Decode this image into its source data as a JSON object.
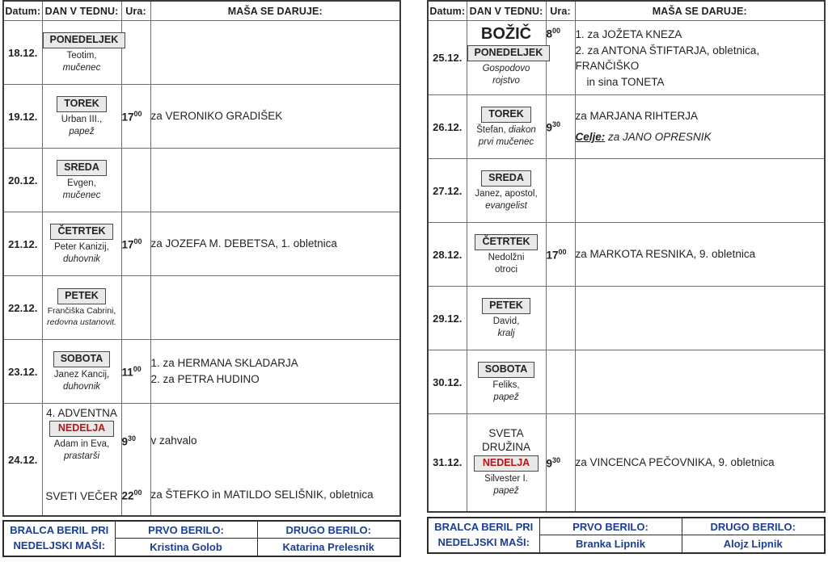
{
  "columns": {
    "date": "Datum:",
    "day": "DAN V TEDNU:",
    "time": "Ura:",
    "intention": "MAŠA SE DARUJE:"
  },
  "left_table": {
    "rows": [
      {
        "date": "18.12.",
        "badge": "PONEDELJEK",
        "saint_line1": "Teotim,",
        "saint_line2": "mučenec",
        "time_hour": "",
        "time_min": "",
        "intentions": []
      },
      {
        "date": "19.12.",
        "badge": "TOREK",
        "saint_line1": "Urban III.,",
        "saint_line2": "papež",
        "time_hour": "17",
        "time_min": "00",
        "intentions": [
          "za VERONIKO GRADIŠEK"
        ]
      },
      {
        "date": "20.12.",
        "badge": "SREDA",
        "saint_line1": "Evgen,",
        "saint_line2": "mučenec",
        "time_hour": "",
        "time_min": "",
        "intentions": []
      },
      {
        "date": "21.12.",
        "badge": "ČETRTEK",
        "saint_line1": "Peter Kanizij,",
        "saint_line2": "duhovnik",
        "time_hour": "17",
        "time_min": "00",
        "intentions": [
          "za JOZEFA M. DEBETSA, 1. obletnica"
        ]
      },
      {
        "date": "22.12.",
        "badge": "PETEK",
        "saint_line1": "Frančiška Cabrini,",
        "saint_line2": "redovna ustanovit.",
        "time_hour": "",
        "time_min": "",
        "intentions": []
      },
      {
        "date": "23.12.",
        "badge": "SOBOTA",
        "saint_line1": "Janez Kancij,",
        "saint_line2": "duhovnik",
        "time_hour": "11",
        "time_min": "00",
        "intentions": [
          "1. za HERMANA SKLADARJA",
          "2. za PETRA HUDINO"
        ]
      }
    ],
    "sunday_row": {
      "date": "24.12.",
      "feast": "4. ADVENTNA",
      "badge": "NEDELJA",
      "saint_line1": "Adam in Eva,",
      "saint_line2": "prastarši",
      "time_hour": "9",
      "time_min": "30",
      "intention": "v zahvalo",
      "evening_label": "SVETI VEČER",
      "evening_time_hour": "22",
      "evening_time_min": "00",
      "evening_intention": "za ŠTEFKO in MATILDO SELIŠNIK, obletnica"
    },
    "readers": {
      "label_line1": "BRALCA BERIL PRI",
      "label_line2": "NEDELJSKI MAŠI:",
      "first_heading": "PRVO BERILO:",
      "second_heading": "DRUGO BERILO:",
      "first_name": "Kristina Golob",
      "second_name": "Katarina Prelesnik"
    }
  },
  "right_table": {
    "christmas_row": {
      "date": "25.12.",
      "feast_big": "BOŽIČ",
      "badge": "PONEDELJEK",
      "saint_line1": "Gospodovo",
      "saint_line2": "rojstvo",
      "time_hour": "8",
      "time_min": "00",
      "intentions": [
        "1. za JOŽETA KNEZA",
        "2. za ANTONA ŠTIFTARJA, obletnica, FRANČIŠKO",
        "in sina TONETA"
      ]
    },
    "rows": [
      {
        "date": "26.12.",
        "badge": "TOREK",
        "saint_line1": "Štefan, diakon",
        "saint_line1_italic_from": "diakon",
        "saint_line2": "prvi mučenec",
        "time_hour": "9",
        "time_min": "30",
        "intentions": [
          "za MARJANA RIHTERJA"
        ],
        "celje_prefix": "Celje:",
        "celje_intention": "za JANO OPRESNIK"
      },
      {
        "date": "27.12.",
        "badge": "SREDA",
        "saint_line1": "Janez, apostol,",
        "saint_line2": "evangelist",
        "time_hour": "",
        "time_min": "",
        "intentions": []
      },
      {
        "date": "28.12.",
        "badge": "ČETRTEK",
        "saint_line1": "Nedolžni",
        "saint_line2": "otroci",
        "time_hour": "17",
        "time_min": "00",
        "intentions": [
          "za MARKOTA RESNIKA, 9. obletnica"
        ]
      },
      {
        "date": "29.12.",
        "badge": "PETEK",
        "saint_line1": "David,",
        "saint_line2": "kralj",
        "time_hour": "",
        "time_min": "",
        "intentions": []
      },
      {
        "date": "30.12.",
        "badge": "SOBOTA",
        "saint_line1": "Feliks,",
        "saint_line2": "papež",
        "time_hour": "",
        "time_min": "",
        "intentions": []
      }
    ],
    "sunday_row": {
      "date": "31.12.",
      "feast_line1": "SVETA",
      "feast_line2": "DRUŽINA",
      "badge": "NEDELJA",
      "saint_line1": "Silvester I.",
      "saint_line2": "papež",
      "time_hour": "9",
      "time_min": "30",
      "intention": "za VINCENCA PEČOVNIKA, 9. obletnica"
    },
    "readers": {
      "label_line1": "BRALCA BERIL PRI",
      "label_line2": "NEDELJSKI MAŠI:",
      "first_heading": "PRVO BERILO:",
      "second_heading": "DRUGO BERILO:",
      "first_name": "Branka Lipnik",
      "second_name": "Alojz Lipnik"
    }
  },
  "colors": {
    "sunday_red": "#b51616",
    "reader_blue": "#1b3f94",
    "badge_bg": "#e9e9e9",
    "border": "#3b3b3b"
  }
}
